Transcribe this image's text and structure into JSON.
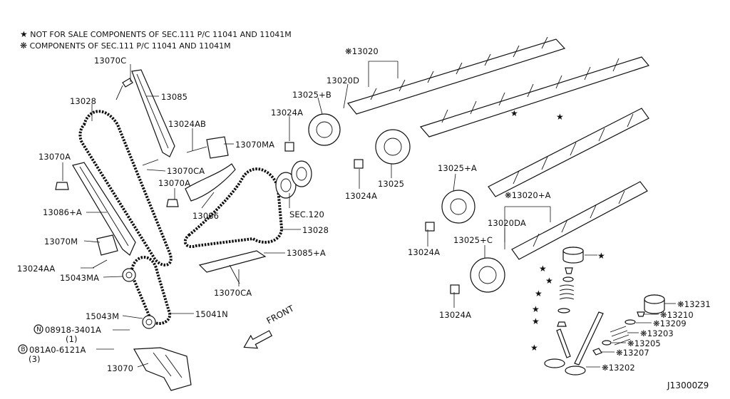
{
  "notes": {
    "not_for_sale": "NOT FOR SALE COMPONENTS OF SEC.111 P/C 11041 AND 11041M",
    "components": "COMPONENTS OF SEC.111 P/C 11041 AND 11041M"
  },
  "symbols": {
    "star": "★",
    "asterisk": "❋"
  },
  "labels": {
    "p13070C": "13070C",
    "p13085": "13085",
    "p13028_top": "13028",
    "p13024AB": "13024AB",
    "p13070MA": "13070MA",
    "p13070A_left": "13070A",
    "p13070CA_top": "13070CA",
    "p13070A_mid": "13070A",
    "p13086": "13086",
    "p13086A": "13086+A",
    "p13070M": "13070M",
    "p13024AA": "13024AA",
    "p15043MA": "15043MA",
    "p15043M": "15043M",
    "p15041N": "15041N",
    "p08918": "08918-3401A",
    "p08918_qty": "(1)",
    "p081A0": "081A0-6121A",
    "p081A0_qty": "(3)",
    "p13070": "13070",
    "p13020": "13020",
    "p13020D": "13020D",
    "p13025B": "13025+B",
    "p13024A_1": "13024A",
    "p13025": "13025",
    "p13024A_2": "13024A",
    "sec120": "SEC.120",
    "p13028_bot": "13028",
    "p13085A": "13085+A",
    "p13070CA_bot": "13070CA",
    "front": "FRONT",
    "p13025A": "13025+A",
    "p13020A": "13020+A",
    "p13020DA": "13020DA",
    "p13024A_3": "13024A",
    "p13025C": "13025+C",
    "p13024A_4": "13024A",
    "p13231": "13231",
    "p13210": "13210",
    "p13209": "13209",
    "p13203": "13203",
    "p13205": "13205",
    "p13207": "13207",
    "p13202": "13202",
    "diagram_id": "J13000Z9"
  },
  "circled": {
    "N": "N",
    "B": "B"
  }
}
